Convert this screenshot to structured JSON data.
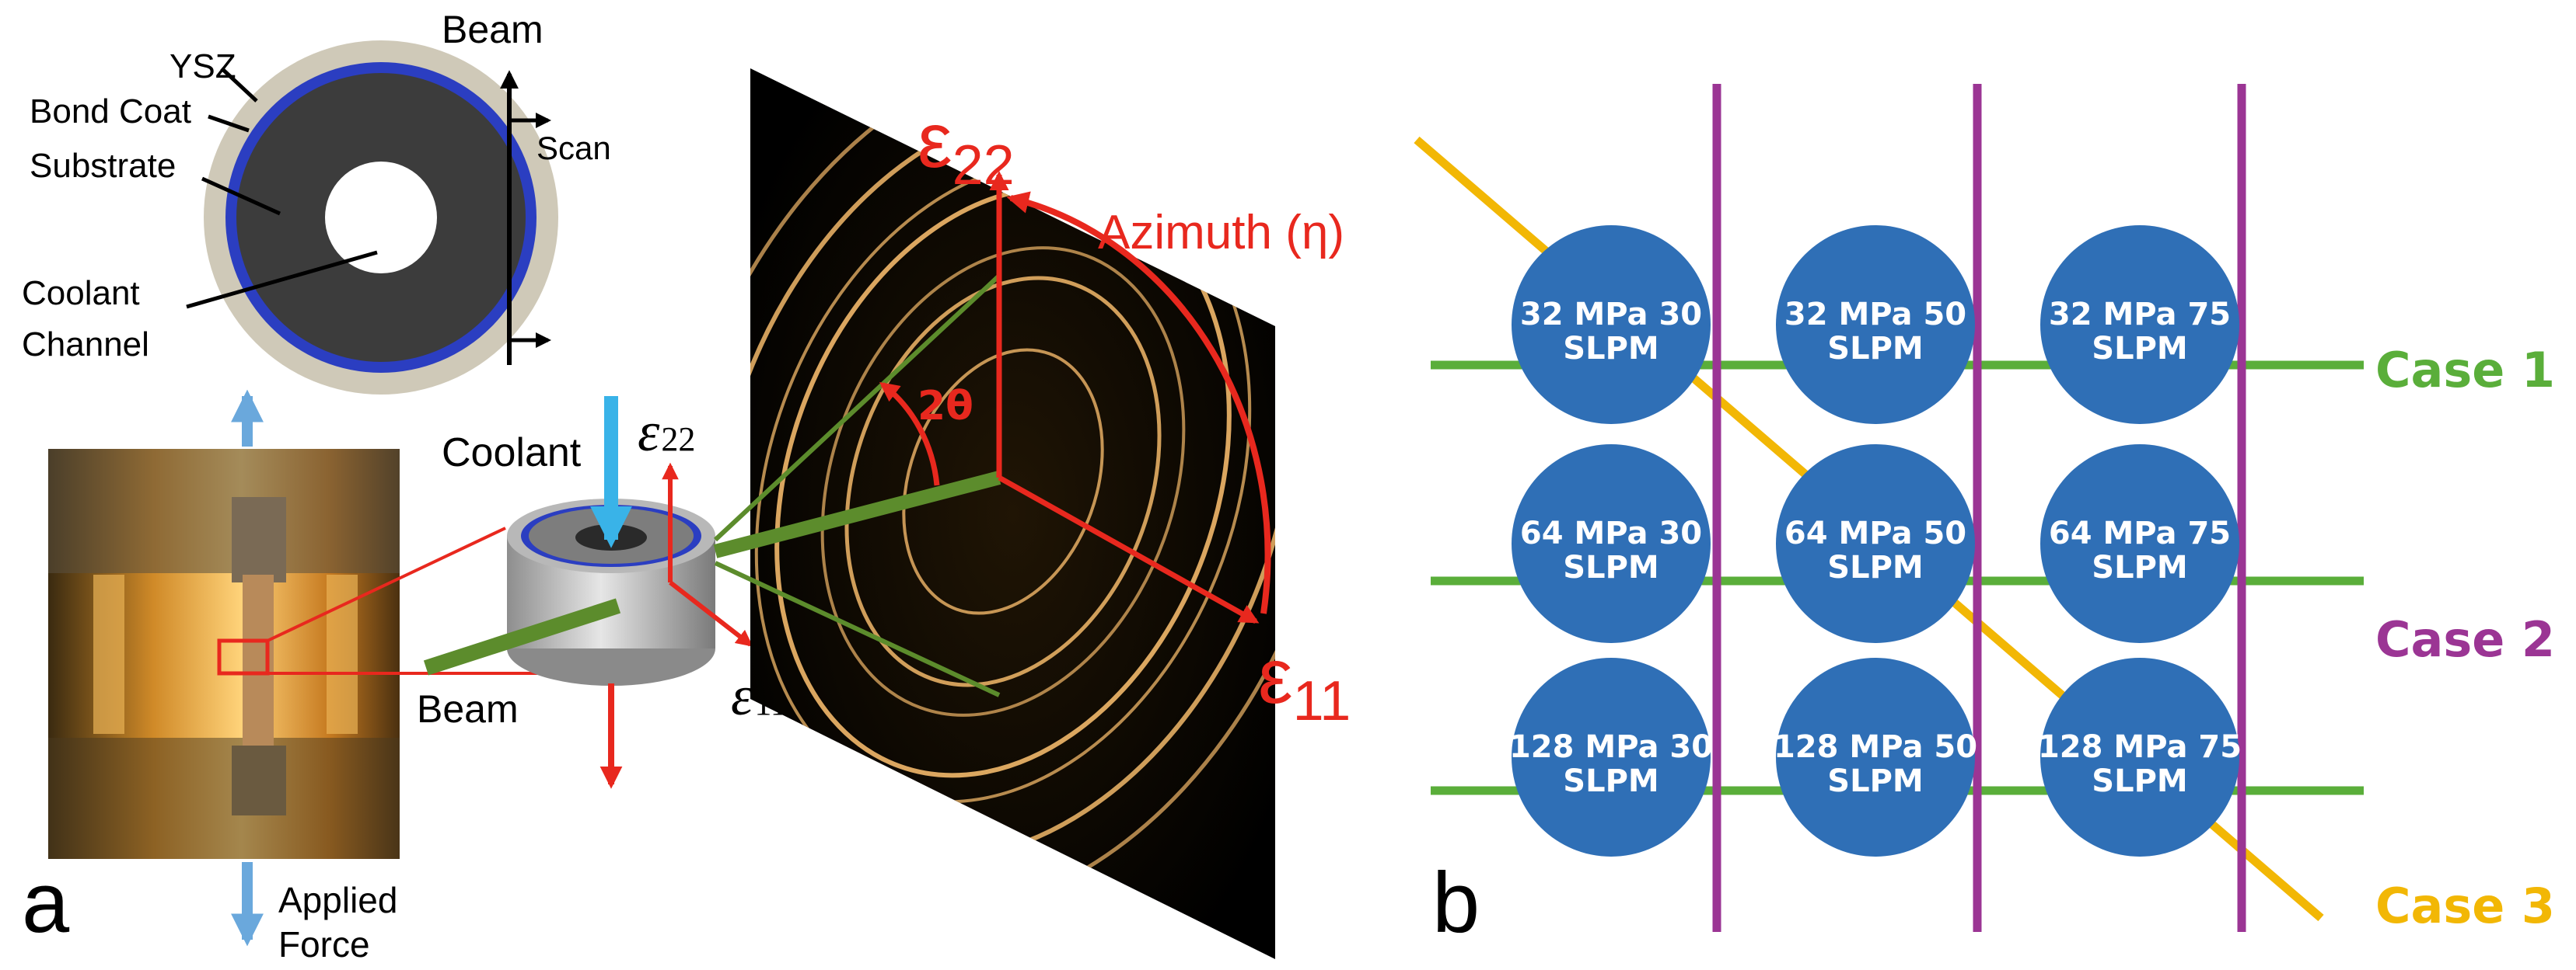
{
  "panel_a": {
    "panel_label": "a",
    "cross_section": {
      "ysz_label": "YSZ",
      "bond_coat_label": "Bond Coat",
      "substrate_label": "Substrate",
      "coolant_channel_label_1": "Coolant",
      "coolant_channel_label_2": "Channel",
      "beam_label": "Beam",
      "scan_label": "Scan"
    },
    "specimen": {
      "coolant_label": "Coolant",
      "beam_label": "Beam",
      "applied_force_label_1": "Applied",
      "applied_force_label_2": "Force",
      "strain_22_symbol": "ε",
      "strain_22_sub": "22",
      "strain_11_symbol": "ε",
      "strain_11_sub": "11"
    },
    "detector": {
      "strain_22_symbol": "ε",
      "strain_22_sub": "22",
      "strain_11_symbol": "ε",
      "strain_11_sub": "11",
      "two_theta_label": "2θ",
      "azimuth_label": "Azimuth (η)"
    }
  },
  "panel_b": {
    "panel_label": "b",
    "grid": [
      [
        {
          "line1": "32 MPa 30",
          "line2": "SLPM"
        },
        {
          "line1": "32 MPa 50",
          "line2": "SLPM"
        },
        {
          "line1": "32 MPa 75",
          "line2": "SLPM"
        }
      ],
      [
        {
          "line1": "64 MPa 30",
          "line2": "SLPM"
        },
        {
          "line1": "64 MPa 50",
          "line2": "SLPM"
        },
        {
          "line1": "64 MPa 75",
          "line2": "SLPM"
        }
      ],
      [
        {
          "line1": "128 MPa 30",
          "line2": "SLPM"
        },
        {
          "line1": "128 MPa 50",
          "line2": "SLPM"
        },
        {
          "line1": "128 MPa 75",
          "line2": "SLPM"
        }
      ]
    ],
    "cases": [
      {
        "label": "Case 1",
        "color": "#5aae3a"
      },
      {
        "label": "Case 2",
        "color": "#9b3594"
      },
      {
        "label": "Case 3",
        "color": "#f2b705"
      }
    ],
    "circle_color": "#2f6fb6"
  },
  "colors": {
    "red": "#e8281e",
    "green_beam": "#5c8c2c",
    "blue_arrow": "#6aa8dc",
    "coolant_arrow": "#39b3e8",
    "bond_coat": "#2b3ec1",
    "substrate": "#3c3c3c",
    "ysz": "#cfc9b8"
  }
}
